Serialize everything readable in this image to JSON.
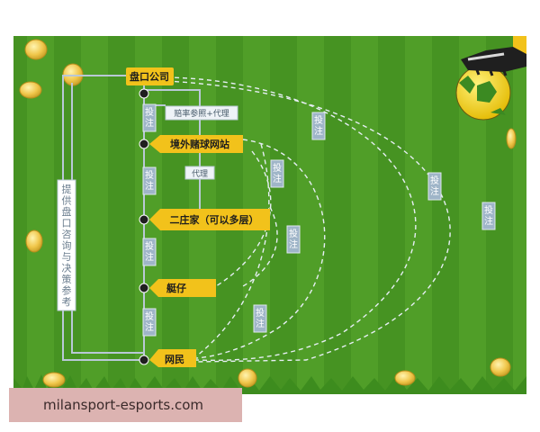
{
  "diagram": {
    "nodes": {
      "company": "盘口公司",
      "overseas": "境外赌球网站",
      "second_dealer": "二庄家（可以多层）",
      "broker": "艇仔",
      "netizen": "网民"
    },
    "edge_labels": {
      "odds_ref_agent": "赔率参照+代理",
      "agent": "代理",
      "bet": "投注"
    },
    "side_label": "提供盘口咨询与决策参考"
  },
  "watermark": "milansport-esports.com",
  "colors": {
    "grass_dark": "#3f8a1f",
    "grass_light": "#5aa82c",
    "node_fill": "#f2c21b",
    "bet_tag": "#9fb5c8",
    "line": "#b9c8d6"
  }
}
